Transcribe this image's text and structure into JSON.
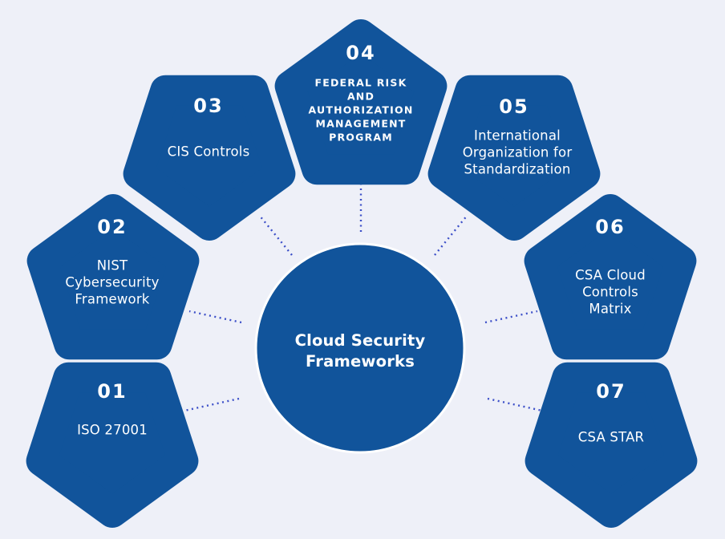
{
  "title": "Cloud Security Frameworks",
  "colors": {
    "background": "#EEF0F8",
    "shape_blue": "#11549B",
    "text": "#FFFFFF",
    "connector_dots": "#3C4FC8",
    "circle_outline": "#FFFFFF"
  },
  "center": {
    "label": "Cloud Security Frameworks"
  },
  "items": [
    {
      "number": "01",
      "label": "ISO 27001"
    },
    {
      "number": "02",
      "label": "NIST Cybersecurity Framework"
    },
    {
      "number": "03",
      "label": "CIS Controls"
    },
    {
      "number": "04",
      "label": "FEDERAL RISK AND AUTHORIZATION MANAGEMENT PROGRAM"
    },
    {
      "number": "05",
      "label": "International Organization for Standardization"
    },
    {
      "number": "06",
      "label": "CSA Cloud Controls Matrix"
    },
    {
      "number": "07",
      "label": "CSA STAR"
    }
  ]
}
